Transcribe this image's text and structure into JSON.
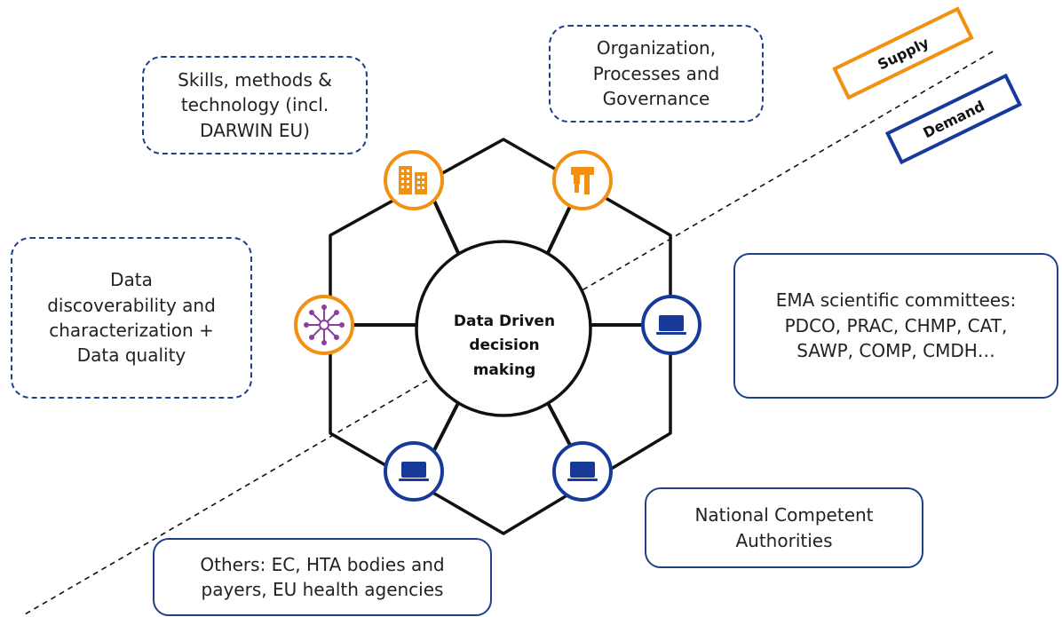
{
  "center": {
    "label": "Data Driven\ndecision\nmaking"
  },
  "labels": {
    "supply": "Supply",
    "demand": "Demand"
  },
  "boxes": {
    "skills": "Skills, methods &\ntechnology (incl.\nDARWIN EU)",
    "organization": "Organization,\nProcesses and\nGovernance",
    "data": "Data\ndiscoverability and\ncharacterization +\nData quality",
    "ema": "EMA scientific committees:\nPDCO, PRAC, CHMP, CAT,\nSAWP, COMP, CMDH…",
    "nca": "National Competent\nAuthorities",
    "others": "Others: EC, HTA bodies and\npayers, EU health agencies"
  },
  "nodes": [
    {
      "id": "buildings",
      "icon": "buildings-icon",
      "group": "supply"
    },
    {
      "id": "tools",
      "icon": "tools-icon",
      "group": "supply"
    },
    {
      "id": "network",
      "icon": "network-icon",
      "group": "supply"
    },
    {
      "id": "ema",
      "icon": "monitor-icon",
      "group": "demand"
    },
    {
      "id": "others",
      "icon": "monitor-icon",
      "group": "demand"
    },
    {
      "id": "nca",
      "icon": "monitor-icon",
      "group": "demand"
    }
  ],
  "colors": {
    "supply": "#f29111",
    "demand": "#173a9a",
    "network": "#8c3f9e",
    "line": "#111111"
  }
}
